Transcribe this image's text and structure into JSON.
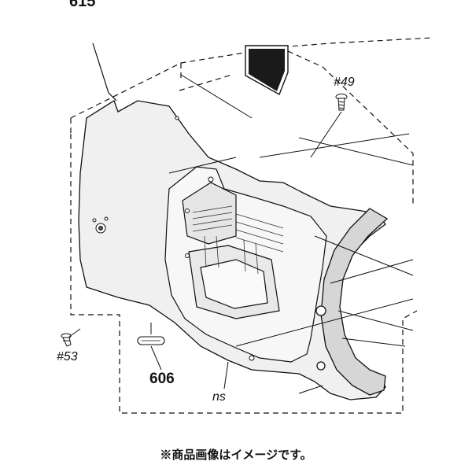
{
  "callouts": {
    "top_partial": "615",
    "screw_49": "#49",
    "screw_53": "#53",
    "part_606": "606",
    "ns": "ns"
  },
  "caption": "※商品画像はイメージです。"
}
